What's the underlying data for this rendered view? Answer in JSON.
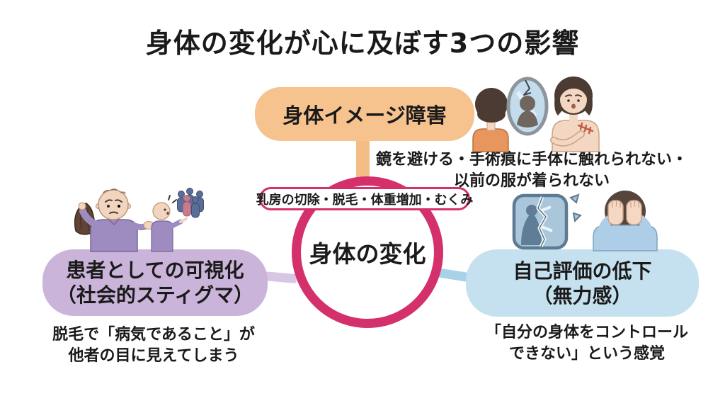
{
  "title": "身体の変化が心に及ぼす3つの影響",
  "center": {
    "label": "身体の変化",
    "causes": "乳房の切除・脱毛・体重増加・むくみ"
  },
  "effects": {
    "body_image": {
      "label": "身体イメージ障害",
      "caption_line1": "鏡を避ける・手術痕に手体に触れられない・",
      "caption_line2": "以前の服が着られない",
      "box_color": "#f6c28e"
    },
    "visibility_stigma": {
      "label_line1": "患者としての可視化",
      "label_line2": "（社会的スティグマ）",
      "caption_line1": "脱毛で「病気であること」が",
      "caption_line2": "他者の目に見えてしまう",
      "box_color": "#cab4da"
    },
    "low_self_esteem": {
      "label_line1": "自己評価の低下",
      "label_line2": "（無力感）",
      "caption_line1": "「自分の身体をコントロール",
      "caption_line2": "できない」という感覚",
      "box_color": "#c5e1f0"
    }
  },
  "accent_colors": {
    "ring_pink": "#d4306c",
    "connector_orange": "#f3bd85",
    "connector_lavender": "#d7c6e4",
    "connector_blue": "#a8d2e8"
  },
  "illustrations": {
    "body_image": "woman-avoiding-cracked-mirror-and-woman-touching-surgery-scar",
    "visibility_stigma": "bald-patient-holding-wig-pointed-at-by-crowd",
    "low_self_esteem": "shattered-mirror-and-woman-covering-face"
  }
}
